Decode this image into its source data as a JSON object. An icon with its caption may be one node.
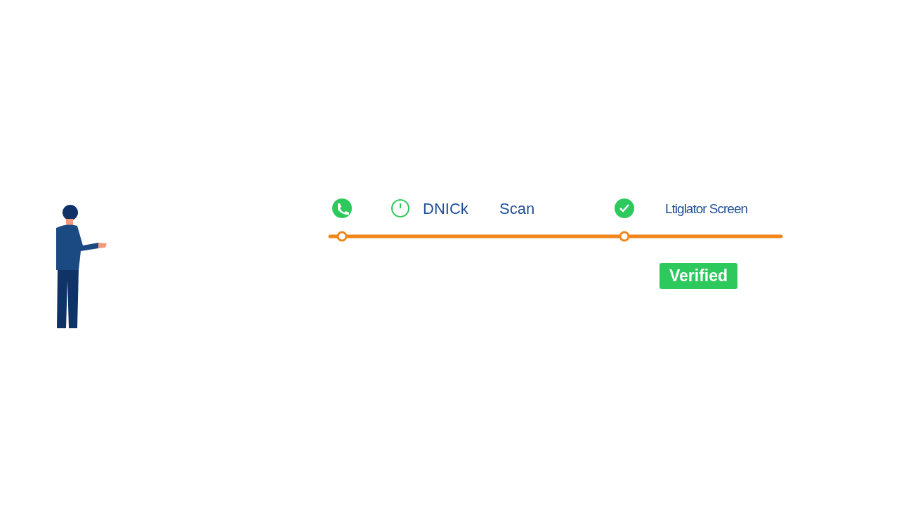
{
  "diagram": {
    "labels": [
      "DNICk",
      "Scan",
      "Ltiglator Screen",
      "Verified"
    ]
  }
}
